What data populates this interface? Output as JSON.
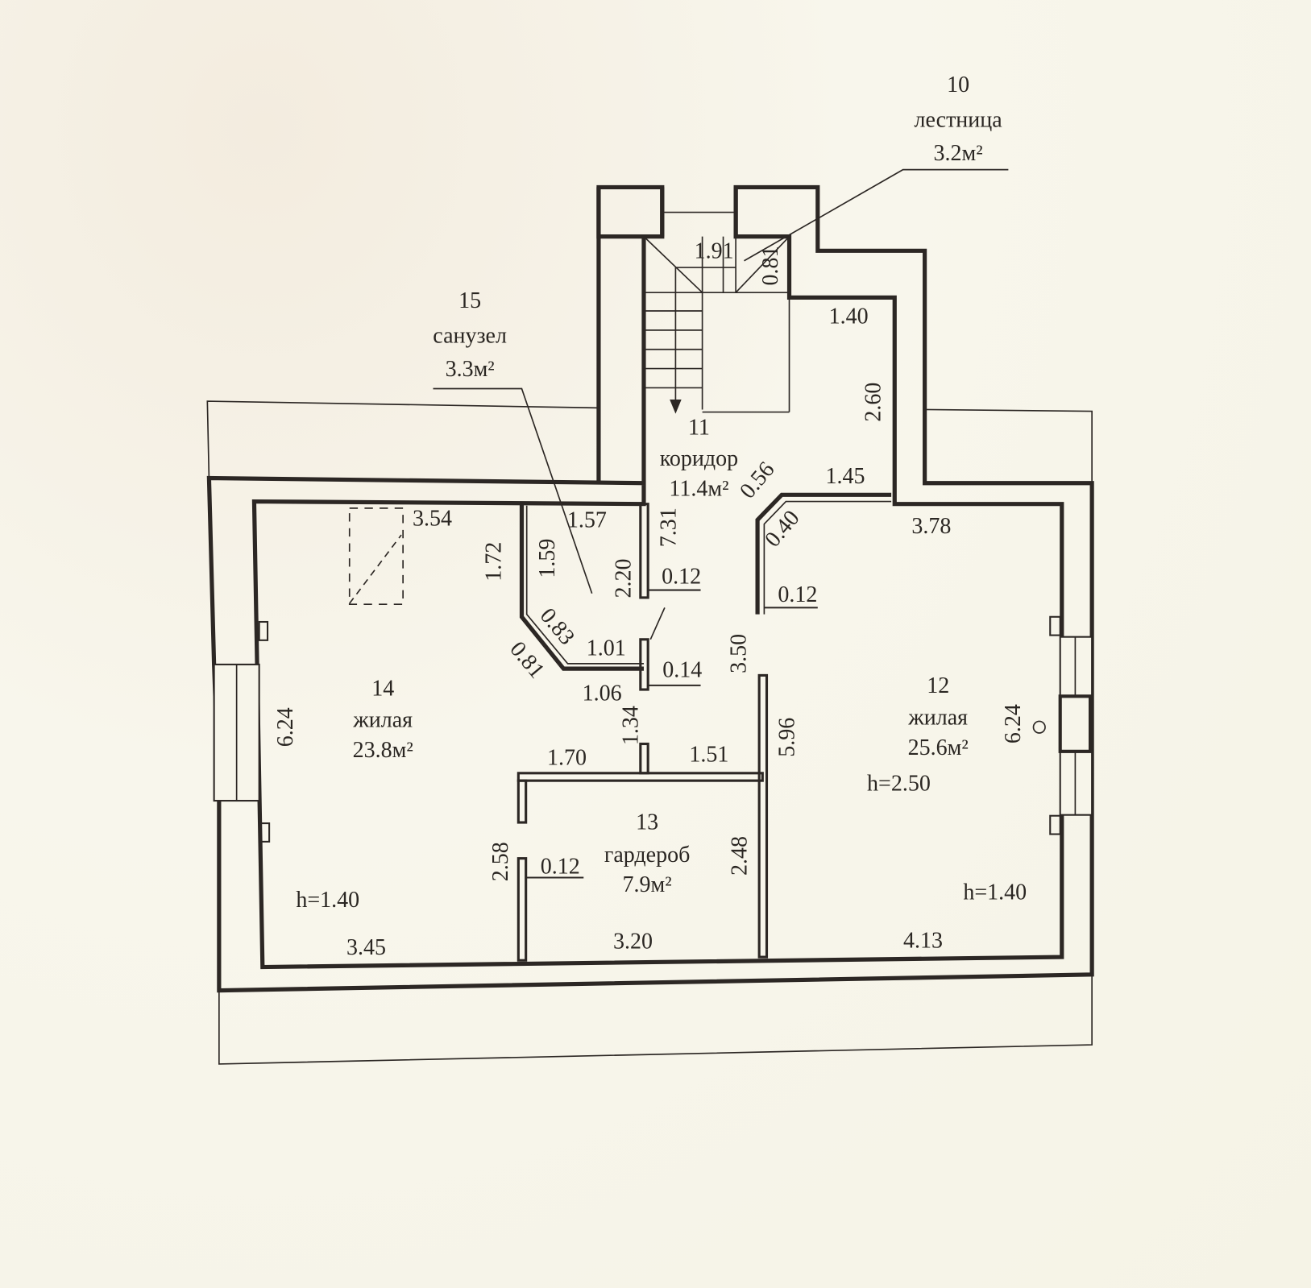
{
  "rooms": [
    {
      "number": "10",
      "name": "лестница",
      "area": "3.2м²"
    },
    {
      "number": "11",
      "name": "коридор",
      "area": "11.4м²"
    },
    {
      "number": "12",
      "name": "жилая",
      "area": "25.6м²"
    },
    {
      "number": "13",
      "name": "гардероб",
      "area": "7.9м²"
    },
    {
      "number": "14",
      "name": "жилая",
      "area": "23.8м²"
    },
    {
      "number": "15",
      "name": "санузел",
      "area": "3.3м²"
    }
  ],
  "heights": {
    "room14": "h=1.40",
    "room12_main": "h=2.50",
    "room12_low": "h=1.40"
  },
  "dims": {
    "d191": "1.91",
    "d081a": "0.81",
    "d140": "1.40",
    "d260": "2.60",
    "d056": "0.56",
    "d145": "1.45",
    "d354": "3.54",
    "d172": "1.72",
    "d159": "1.59",
    "d157": "1.57",
    "d731": "7.31",
    "d220": "2.20",
    "d012a": "0.12",
    "d040": "0.40",
    "d012b": "0.12",
    "d378": "3.78",
    "d083": "0.83",
    "d101": "1.01",
    "d014": "0.14",
    "d081b": "0.81",
    "d106": "1.06",
    "d350": "3.50",
    "d624a": "6.24",
    "d624b": "6.24",
    "d134": "1.34",
    "d170": "1.70",
    "d151": "1.51",
    "d596": "5.96",
    "d258": "2.58",
    "d012c": "0.12",
    "d248": "2.48",
    "d345": "3.45",
    "d320": "3.20",
    "d413": "4.13"
  }
}
